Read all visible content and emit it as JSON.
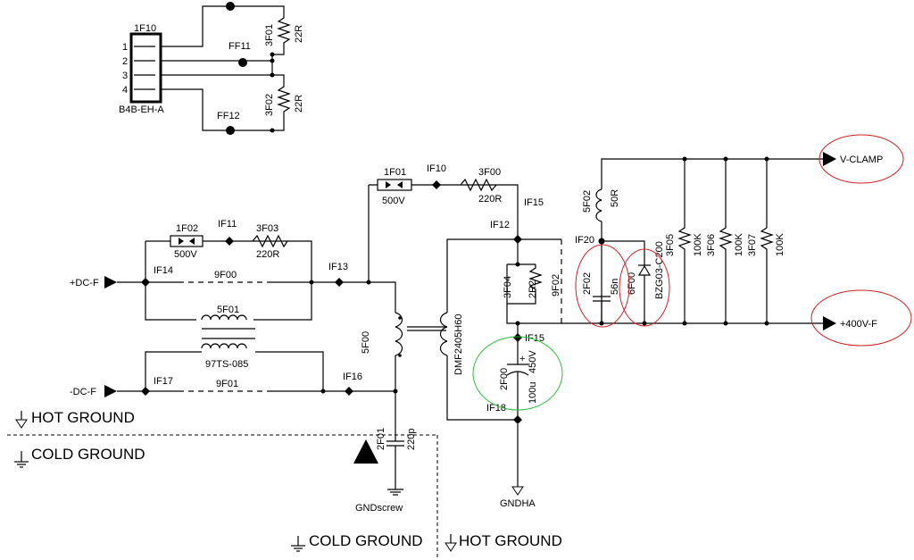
{
  "connector": {
    "ref": "1F10",
    "part": "B4B-EH-A",
    "pins": [
      "1",
      "2",
      "3",
      "4"
    ]
  },
  "test_points": {
    "ff11": "FF11",
    "ff12": "FF12",
    "if10": "IF10",
    "if11": "IF11",
    "if12": "IF12",
    "if13": "IF13",
    "if14": "IF14",
    "if15": "IF15",
    "if16": "IF16",
    "if17": "IF17",
    "if18": "IF18",
    "if19": "IF15",
    "if20": "IF20"
  },
  "components": {
    "r3f01": {
      "ref": "3F01",
      "value": "22R"
    },
    "r3f02": {
      "ref": "3F02",
      "value": "22R"
    },
    "f1f01": {
      "ref": "1F01",
      "value": "500V"
    },
    "f1f02": {
      "ref": "1F02",
      "value": "500V"
    },
    "r3f00": {
      "ref": "3F00",
      "value": "220R"
    },
    "r3f03": {
      "ref": "3F03",
      "value": "220R"
    },
    "j9f00": {
      "ref": "9F00"
    },
    "j9f01": {
      "ref": "9F01"
    },
    "j9f02": {
      "ref": "9F02"
    },
    "l5f01": {
      "ref": "5F01",
      "value": "97TS-085"
    },
    "t5f00": {
      "ref": "5F00",
      "value": "DMF2405H60"
    },
    "r3f04": {
      "ref": "3F04",
      "value": "2R2"
    },
    "l5f02": {
      "ref": "5F02",
      "value": "50R"
    },
    "c2f02": {
      "ref": "2F02",
      "value": "56n"
    },
    "d6f00": {
      "ref": "6F00",
      "value": "BZG03-C200"
    },
    "r3f05": {
      "ref": "3F05",
      "value": "100K"
    },
    "r3f06": {
      "ref": "3F06",
      "value": "100K"
    },
    "r3f07": {
      "ref": "3F07",
      "value": "100K"
    },
    "c2f00": {
      "ref": "2F00",
      "value": "100u",
      "voltage": "450V"
    },
    "c2f01": {
      "ref": "2F01",
      "value": "220p"
    }
  },
  "nets": {
    "dc_plus": "+DC-F",
    "dc_minus": "-DC-F",
    "v_clamp": "V-CLAMP",
    "v_400": "+400V-F",
    "gnd_screw": "GNDscrew",
    "gnd_ha": "GNDHA"
  },
  "grounds": {
    "hot": "HOT GROUND",
    "cold": "COLD GROUND"
  },
  "colors": {
    "wire": "#000000",
    "highlight_red": "#d42020",
    "highlight_green": "#2bbf3a"
  }
}
